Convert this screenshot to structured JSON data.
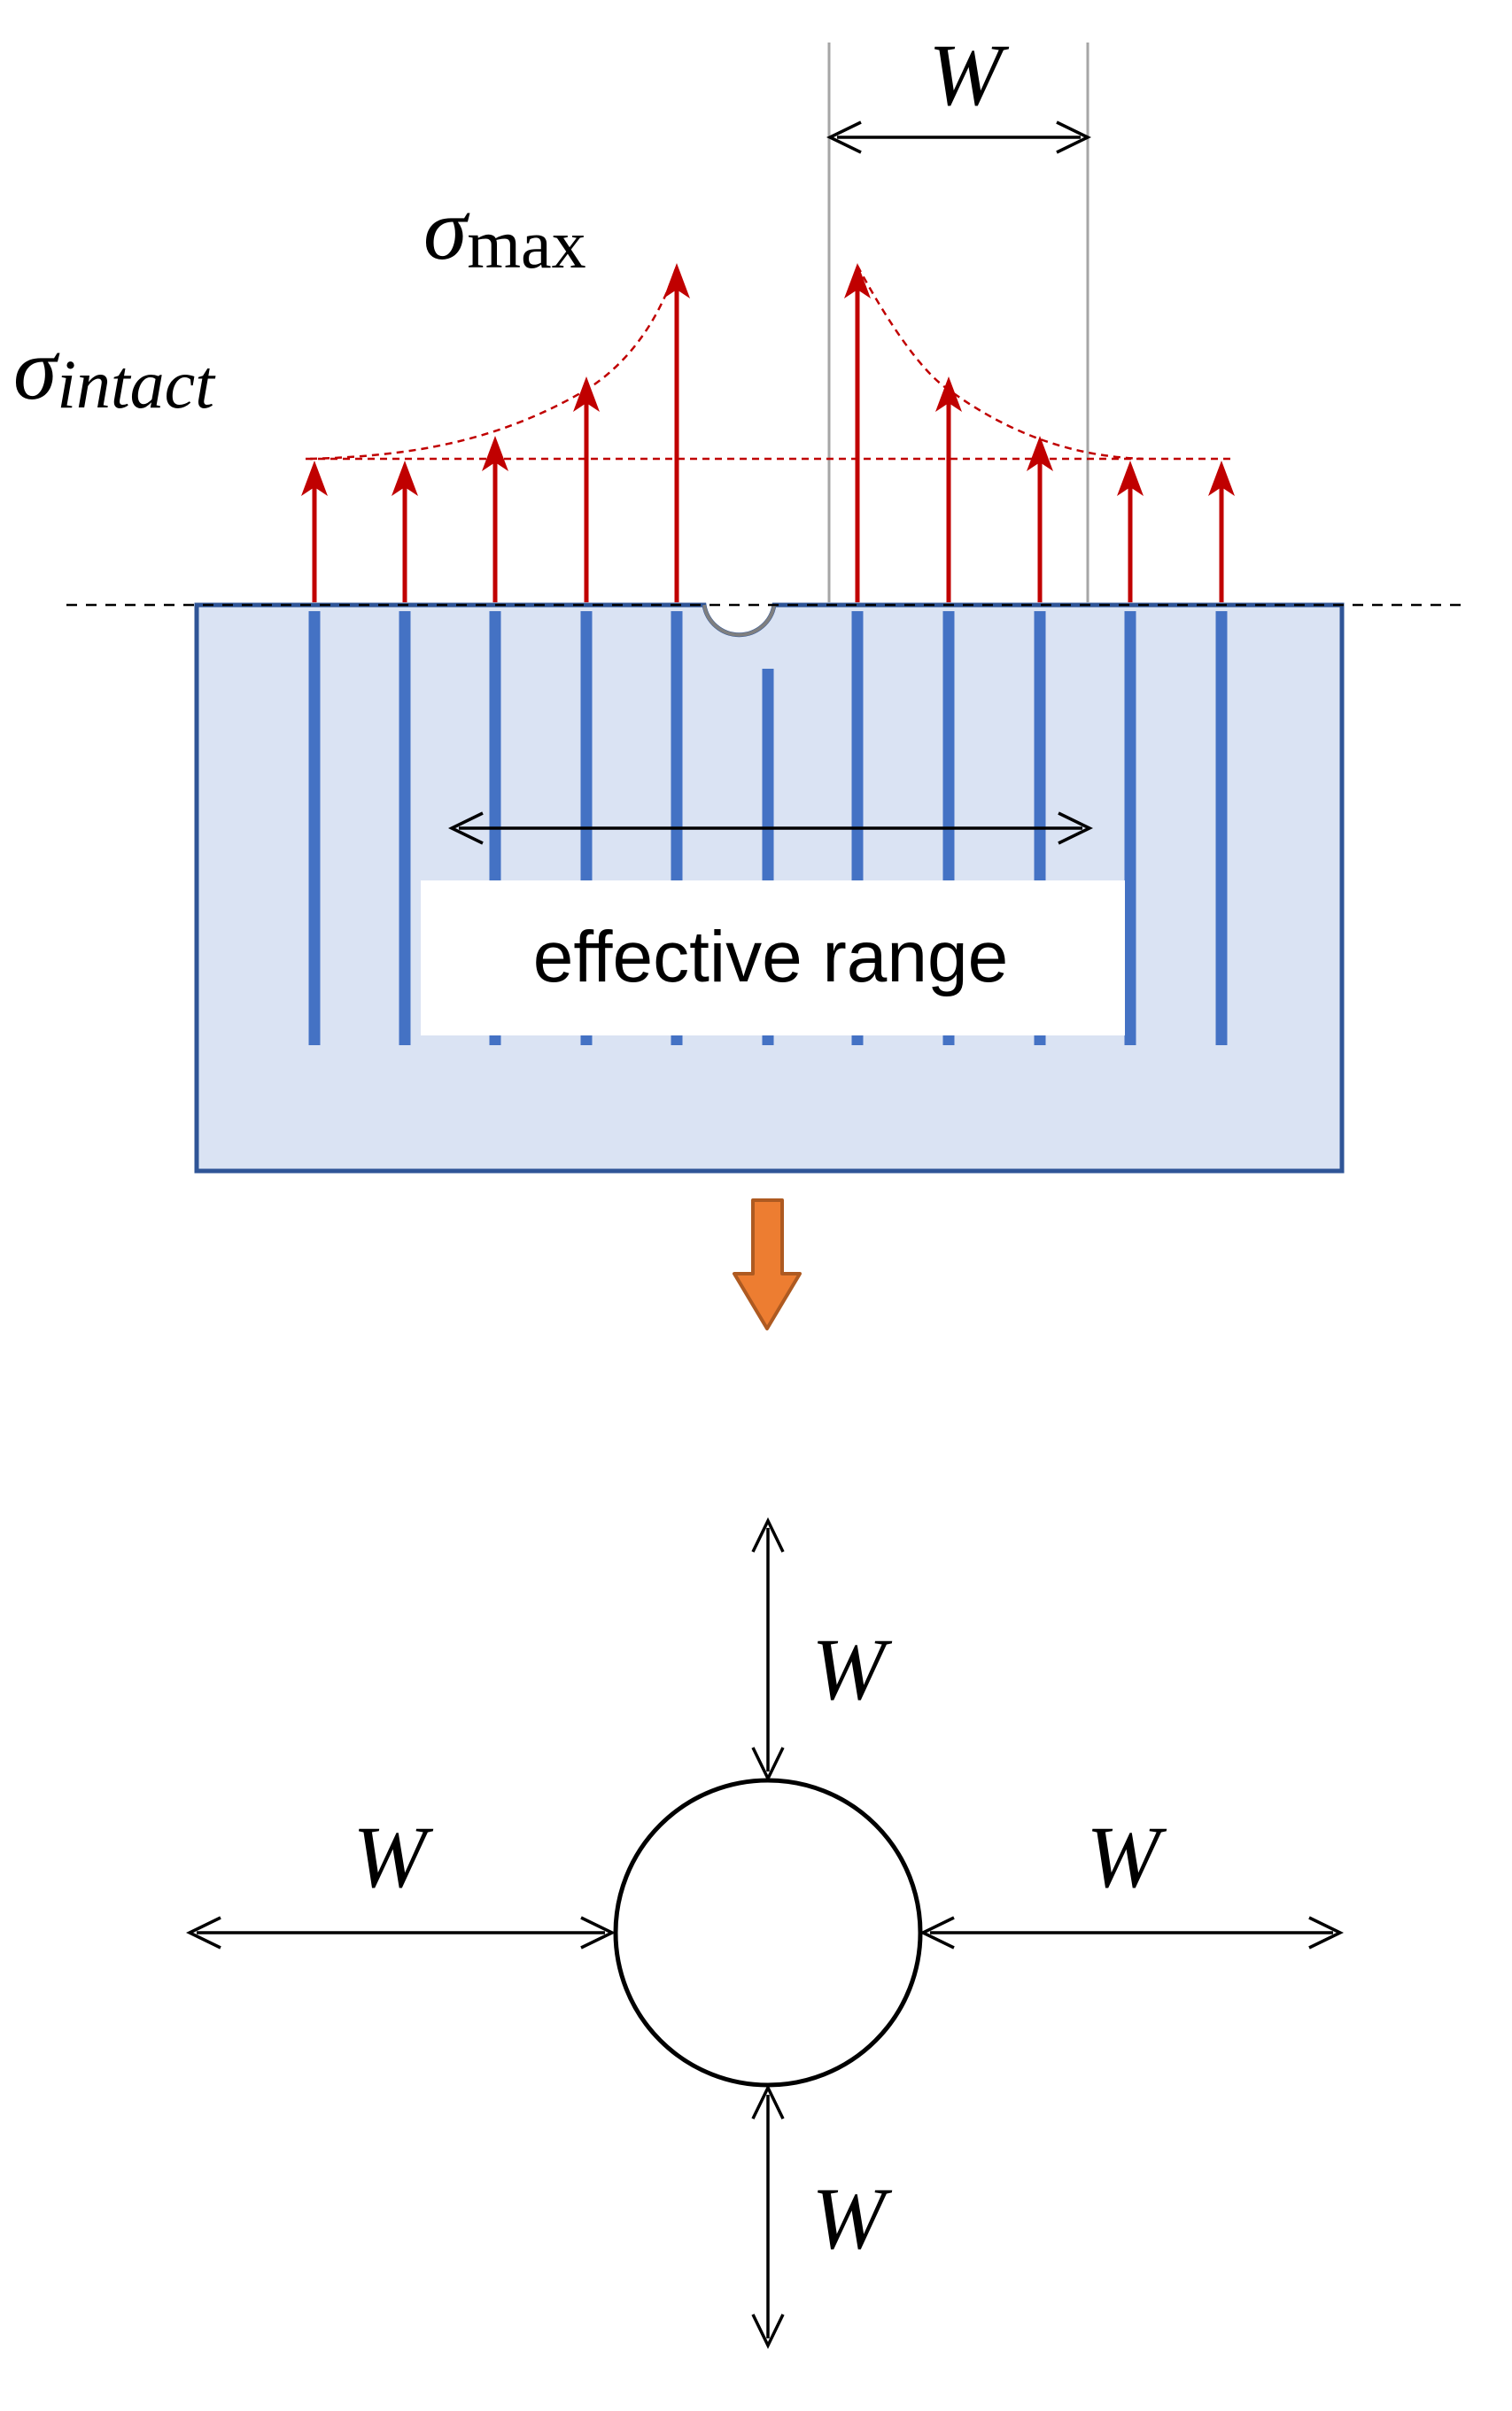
{
  "labels": {
    "sigma_max_symbol": "σ",
    "sigma_max_subscript": "max",
    "sigma_intact_symbol": "σ",
    "sigma_intact_subscript": "intact",
    "width_top": "W",
    "effective_range": "effective range",
    "width_up": "W",
    "width_left": "W",
    "width_right": "W",
    "width_down": "W"
  },
  "colors": {
    "plate_fill": "#dae3f3",
    "plate_stroke": "#2f5597",
    "fiber": "#4472c4",
    "stress_arrow": "#c00000",
    "process_arrow": "#ed7d31",
    "process_arrow_stroke": "#ae5a21",
    "guide_line": "#a6a6a6",
    "ink": "#000000"
  },
  "icons": {
    "process_arrow": "down-arrow-icon"
  }
}
